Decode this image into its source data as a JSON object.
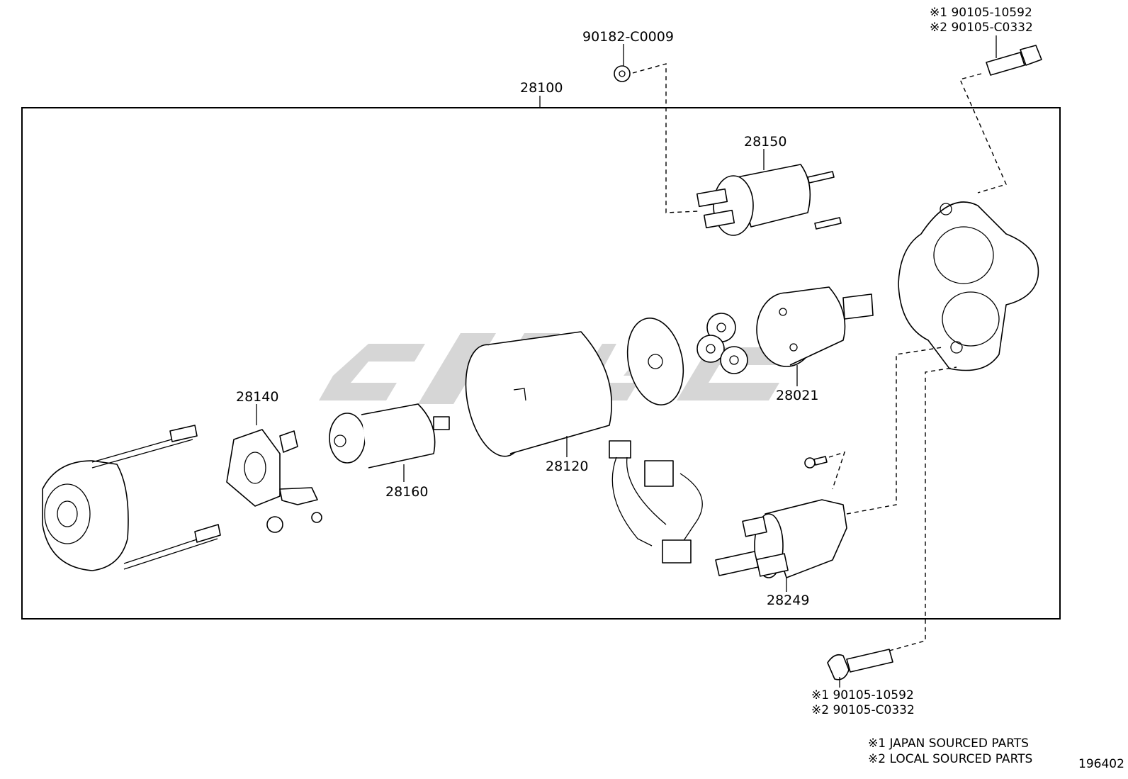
{
  "labels": {
    "assembly": "28100",
    "solenoid_top": "28150",
    "nut": "90182-C0009",
    "clutch": "28021",
    "brush_holder": "28140",
    "armature": "28160",
    "yoke": "28120",
    "magnet_switch": "28249"
  },
  "bolt_top": {
    "line1": "※1 90105-10592",
    "line2": "※2 90105-C0332"
  },
  "bolt_bottom": {
    "line1": "※1 90105-10592",
    "line2": "※2 90105-C0332"
  },
  "notes": {
    "note1": "※1 JAPAN SOURCED PARTS",
    "note2": "※2 LOCAL SOURCED PARTS"
  },
  "diagram_id": "196402"
}
